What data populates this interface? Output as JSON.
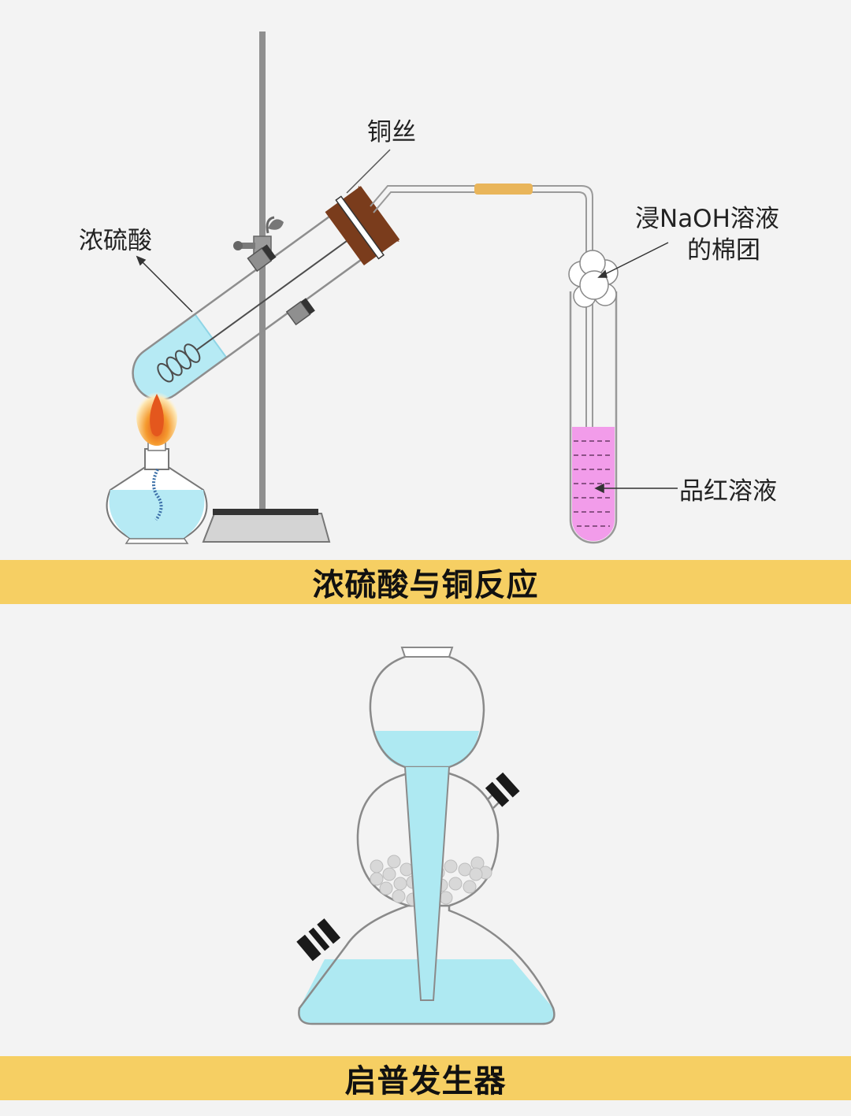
{
  "diagram1": {
    "title": "浓硫酸与铜反应",
    "labels": {
      "copper_wire": "铜丝",
      "conc_sulfuric_acid": "浓硫酸",
      "naoh_cotton_line1": "浸NaOH溶液",
      "naoh_cotton_line2": "的棉团",
      "magenta_solution": "品红溶液"
    },
    "colors": {
      "acid_liquid": "#b6eaf4",
      "magenta_liquid": "#f29cea",
      "cork": "#7a3c1c",
      "rubber_tube": "#e9b55a",
      "stand": "#8c8c8c"
    }
  },
  "diagram2": {
    "title": "启普发生器",
    "colors": {
      "liquid": "#aee9f2",
      "stopper": "#1a1a1a",
      "pellets": "#d6d6d6"
    }
  },
  "banner_color": "#f6cf63"
}
